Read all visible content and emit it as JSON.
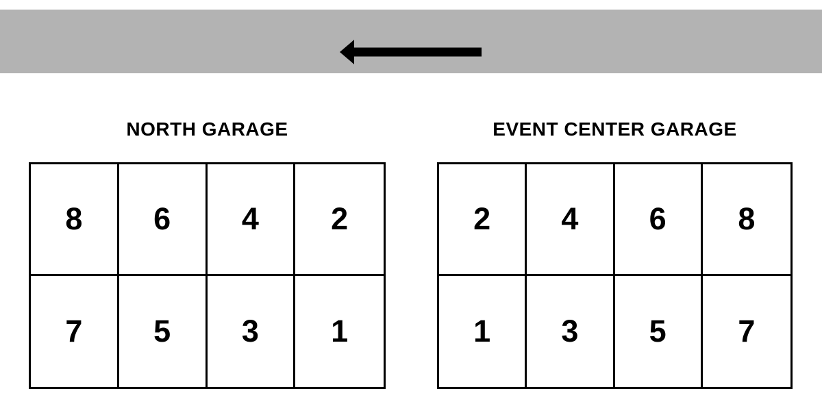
{
  "page": {
    "background_color": "#ffffff",
    "text_color": "#000000",
    "border_color": "#000000"
  },
  "road_banner": {
    "color": "#b3b3b3",
    "arrow_icon": "left-arrow",
    "arrow_color": "#000000",
    "direction": "left"
  },
  "garages": [
    {
      "title": "NORTH GARAGE",
      "rows": [
        [
          "8",
          "6",
          "4",
          "2"
        ],
        [
          "7",
          "5",
          "3",
          "1"
        ]
      ]
    },
    {
      "title": "EVENT CENTER GARAGE",
      "rows": [
        [
          "2",
          "4",
          "6",
          "8"
        ],
        [
          "1",
          "3",
          "5",
          "7"
        ]
      ]
    }
  ]
}
